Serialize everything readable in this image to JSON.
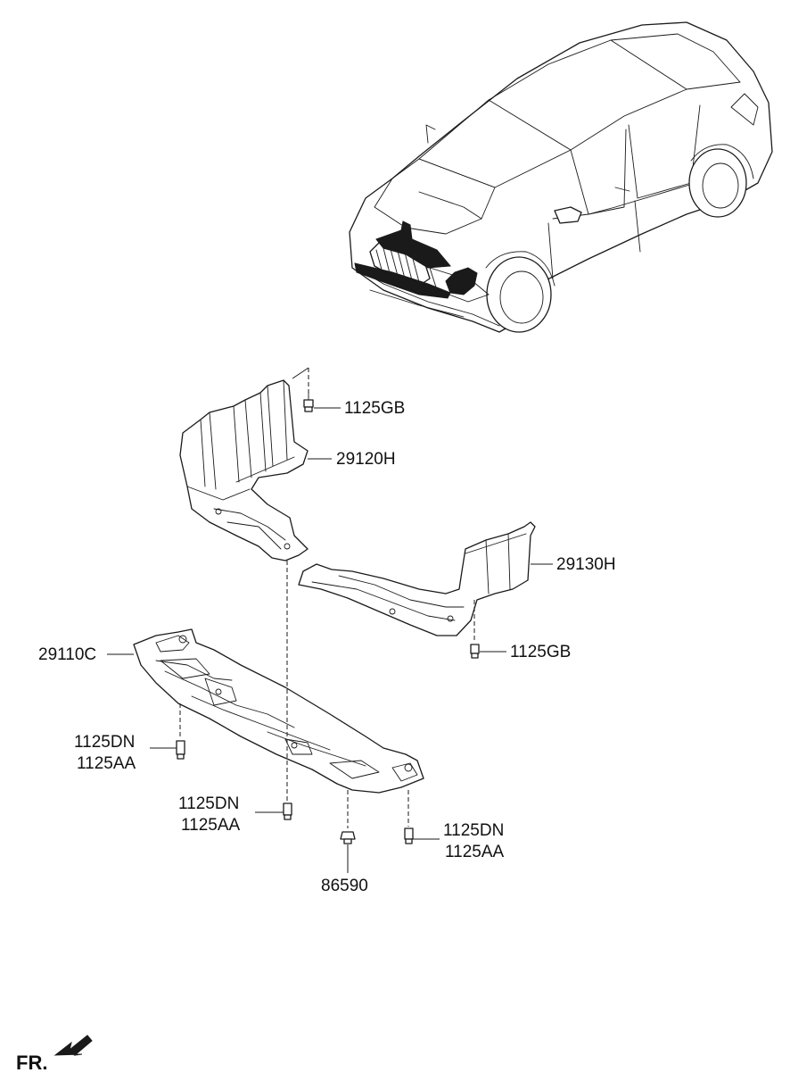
{
  "parts": {
    "bolt_top": "1125GB",
    "left_cover": "29120H",
    "right_cover": "29130H",
    "bolt_right": "1125GB",
    "main_cover": "29110C",
    "bolt_left_a": "1125DN",
    "bolt_left_b": "1125AA",
    "bolt_center_a": "1125DN",
    "bolt_center_b": "1125AA",
    "bolt_rear_a": "1125DN",
    "bolt_rear_b": "1125AA",
    "clip": "86590"
  },
  "direction": {
    "label": "FR.",
    "icon": "front-arrow-icon"
  }
}
